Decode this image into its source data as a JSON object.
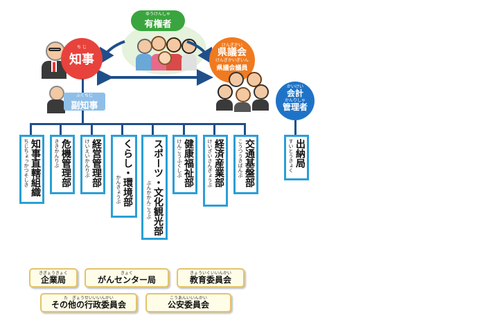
{
  "top": {
    "voters": {
      "label": "有権者",
      "ruby": "ゆうけんしゃ"
    },
    "governor": {
      "label": "知事",
      "ruby": "ち じ"
    },
    "vice_governor": {
      "label": "副知事",
      "ruby": "ふくちじ"
    },
    "assembly": {
      "label": "県議会",
      "ruby": "けんぎかい",
      "sub_label": "県議会議員",
      "sub_ruby": "けんぎかいぎいん"
    },
    "accounting": {
      "label1": "会計",
      "label2": "管理者",
      "ruby1": "かいけい",
      "ruby2": "かんりしゃ"
    }
  },
  "departments": [
    {
      "label": "知事直轄組織",
      "ruby": "ちじちょっかつそしき"
    },
    {
      "label": "危機管理部",
      "ruby": "ききかんりぶ"
    },
    {
      "label": "経営管理部",
      "ruby": "けいえいかんりぶ"
    },
    {
      "label": "くらし・環境部",
      "ruby": "かんきょうぶ"
    },
    {
      "label": "スポーツ・文化観光部",
      "ruby": "ぶんかかんこうぶ"
    },
    {
      "label": "健康福祉部",
      "ruby": "けんこうふくしぶ"
    },
    {
      "label": "経済産業部",
      "ruby": "けいざいさんぎょうぶ"
    },
    {
      "label": "交通基盤部",
      "ruby": "こうつうきばんぶ"
    }
  ],
  "treasury": {
    "label": "出納局",
    "ruby": "すいとうきょく"
  },
  "committees": [
    {
      "label": "企業局",
      "ruby": "きぎょうきょく"
    },
    {
      "label": "がんセンター局",
      "ruby": "きょく"
    },
    {
      "label": "教育委員会",
      "ruby": "きょういくいいんかい"
    },
    {
      "label": "その他の行政委員会",
      "ruby": "た　ぎょうせいいいんかい"
    },
    {
      "label": "公安委員会",
      "ruby": "こうあんいいんかい"
    }
  ],
  "colors": {
    "governor": "#e8423c",
    "vice": "#8fbfe8",
    "voters": "#3aa53e",
    "assembly": "#f07a1f",
    "accounting": "#1f73c7",
    "box_border": "#2a9fd6",
    "connector": "#1f4f8a",
    "committee_border": "#e3c36a"
  }
}
